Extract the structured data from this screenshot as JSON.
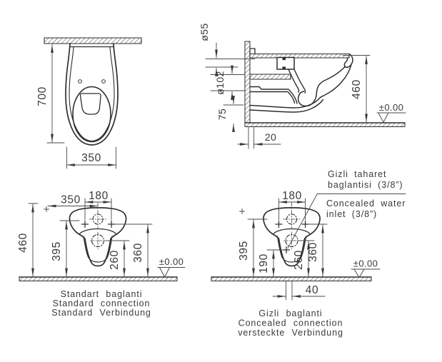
{
  "page": {
    "background": "#ffffff",
    "line_color": "#2e2e2e",
    "dim_color": "#4a4a4a"
  },
  "plan_view": {
    "dim_depth": "700",
    "dim_width": "350"
  },
  "side_view": {
    "dim_inlet_diameter": "ø55",
    "dim_outlet_diameter": "ø102",
    "dim_outlet_height": "75",
    "dim_rim_height": "460",
    "dim_wall_gap": "20",
    "datum_level": "±0.00"
  },
  "standard_view": {
    "dim_side_offset": "350",
    "dim_hole_spacing": "180",
    "dim_rim_height": "460",
    "dim_holes_height": "395",
    "dim_outlet_height": "260",
    "dim_fixing_height": "360",
    "datum_level": "±0.00",
    "caption_line1": "Standart baglanti",
    "caption_line2": "Standard connection",
    "caption_line3": "Standard Verbindung"
  },
  "concealed_view": {
    "dim_hole_spacing": "180",
    "dim_holes_height": "395",
    "dim_inlet_height": "190",
    "dim_outlet_height": "260",
    "dim_fixing_height": "360",
    "dim_inlet_offset": "40",
    "datum_level": "±0.00",
    "callout_line1": "Gizli taharet",
    "callout_line2": "baglantisi (3/8”)",
    "callout_line3": "Concealed water",
    "callout_line4": "inlet (3/8”)",
    "caption_line1": "Gizli baglanti",
    "caption_line2": "Concealed connection",
    "caption_line3": "versteckte Verbindung"
  }
}
